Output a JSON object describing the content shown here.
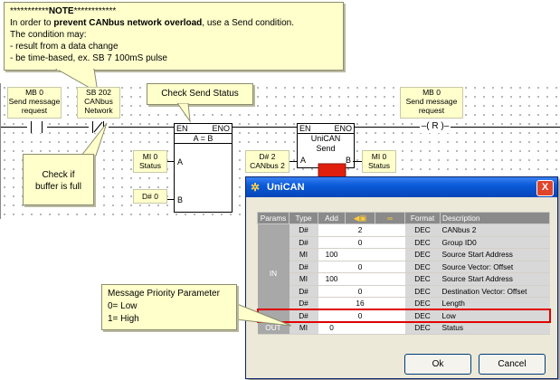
{
  "note": {
    "line1_prefix": "***********",
    "line1_bold": "NOTE",
    "line1_suffix": "************",
    "line2_a": "In order to ",
    "line2_bold": "prevent CANbus network overload",
    "line2_b": ", use a Send condition.",
    "line3": "The condition may:",
    "line4": "- result from a data change",
    "line5": "- be time-based, ex. SB 7 100mS pulse"
  },
  "ladder": {
    "mb0_left": [
      "MB 0",
      "Send message",
      "request"
    ],
    "sb202": [
      "SB 202",
      "CANbus",
      "Network"
    ],
    "check_send_status": "Check  Send Status",
    "mb0_right": [
      "MB 0",
      "Send message",
      "request"
    ],
    "coil": "–( R )–",
    "compare_block": {
      "en": "EN",
      "eno": "ENO",
      "title": "A = B",
      "a": "A",
      "b": "B"
    },
    "unican_block": {
      "en": "EN",
      "eno": "ENO",
      "title": [
        "UniCAN",
        "Send"
      ],
      "a": "A",
      "b": "B"
    },
    "mi0_status": [
      "MI 0",
      "Status"
    ],
    "d0": "D# 0",
    "d2_canbus": [
      "D# 2",
      "CANbus 2"
    ],
    "mi0_status_out": [
      "MI 0",
      "Status"
    ],
    "check_buffer": [
      "Check  if",
      "buffer is full"
    ],
    "priority_note": [
      "Message Priority Parameter",
      "0= Low",
      "1= High"
    ]
  },
  "dialog": {
    "title": "UniCAN",
    "close": "X",
    "headers": [
      "Params",
      "Type",
      "Add",
      "",
      "",
      "Format",
      "Description"
    ],
    "group_in": "IN",
    "group_out": "OUT",
    "rows": [
      {
        "type": "D#",
        "add": "",
        "v1": "2",
        "fmt": "DEC",
        "desc": "CANbus 2"
      },
      {
        "type": "D#",
        "add": "",
        "v1": "0",
        "fmt": "DEC",
        "desc": "Group ID0"
      },
      {
        "type": "MI",
        "add": "100",
        "v1": "",
        "fmt": "DEC",
        "desc": "Source Start Address"
      },
      {
        "type": "D#",
        "add": "",
        "v1": "0",
        "fmt": "DEC",
        "desc": "Source Vector: Offset"
      },
      {
        "type": "MI",
        "add": "100",
        "v1": "",
        "fmt": "DEC",
        "desc": "Source Start Address"
      },
      {
        "type": "D#",
        "add": "",
        "v1": "0",
        "fmt": "DEC",
        "desc": "Destination Vector: Offset"
      },
      {
        "type": "D#",
        "add": "",
        "v1": "16",
        "fmt": "DEC",
        "desc": "Length"
      },
      {
        "type": "D#",
        "add": "",
        "v1": "0",
        "fmt": "DEC",
        "desc": "Low"
      },
      {
        "type": "MI",
        "add": "0",
        "v1": "",
        "fmt": "DEC",
        "desc": "Status"
      }
    ],
    "ok_label": "Ok",
    "cancel_label": "Cancel"
  },
  "colors": {
    "highlight": "#e00000",
    "arrow": "#e11f0e",
    "callout": "#ffffcc",
    "titlebar": "#0a5ad8"
  }
}
